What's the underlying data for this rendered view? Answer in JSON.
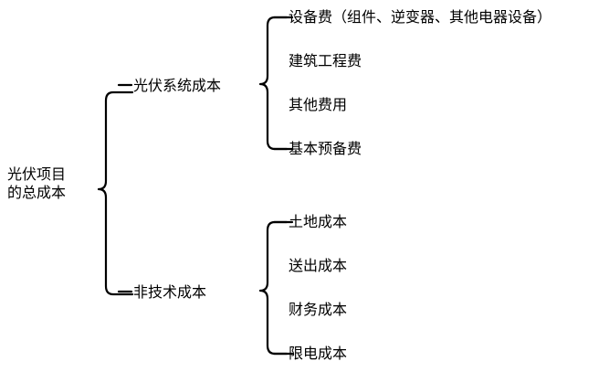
{
  "diagram": {
    "type": "bracket-tree",
    "orientation": "left-to-right",
    "background_color": "#ffffff",
    "stroke_color": "#000000",
    "text_color": "#000000",
    "root": {
      "label_line1": "光伏项目",
      "label_line2": "的总成本",
      "full_label": "光伏项目的总成本"
    },
    "branches": [
      {
        "label": "光伏系统成本",
        "leaves": [
          "设备费（组件、逆变器、其他电器设备）",
          "建筑工程费",
          "其他费用",
          "基本预备费"
        ]
      },
      {
        "label": "非技术成本",
        "leaves": [
          "土地成本",
          "送出成本",
          "财务成本",
          "限电成本"
        ]
      }
    ]
  }
}
